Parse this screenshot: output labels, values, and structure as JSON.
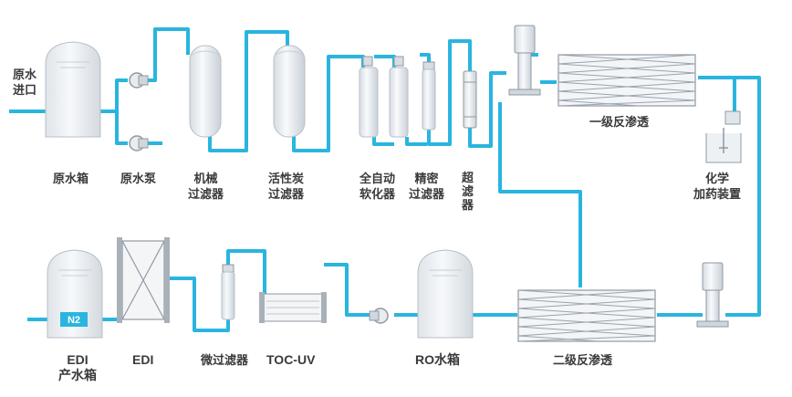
{
  "colors": {
    "pipe": "#29b5df",
    "tank_body": "#eef1f4",
    "tank_stroke": "#b7bfc7",
    "label": "#3a3a3a",
    "n2_badge": "#29b5df"
  },
  "labels": {
    "raw_water_inlet": "原水\n进口",
    "raw_water_tank": "原水箱",
    "raw_water_pump": "原水泵",
    "mechanical_filter": "机械\n过滤器",
    "activated_carbon_filter": "活性炭\n过滤器",
    "auto_softener": "全自动\n软化器",
    "precision_filter": "精密\n过滤器",
    "ultra_filter": "超\n滤\n器",
    "first_stage_ro": "一级反渗透",
    "chemical_dosing": "化学\n加药装置",
    "edi_product_tank": "EDI\n产水箱",
    "edi": "EDI",
    "micro_filter": "微过滤器",
    "toc_uv": "TOC-UV",
    "ro_tank": "RO水箱",
    "second_stage_ro": "二级反渗透",
    "n2_badge": "N2"
  }
}
